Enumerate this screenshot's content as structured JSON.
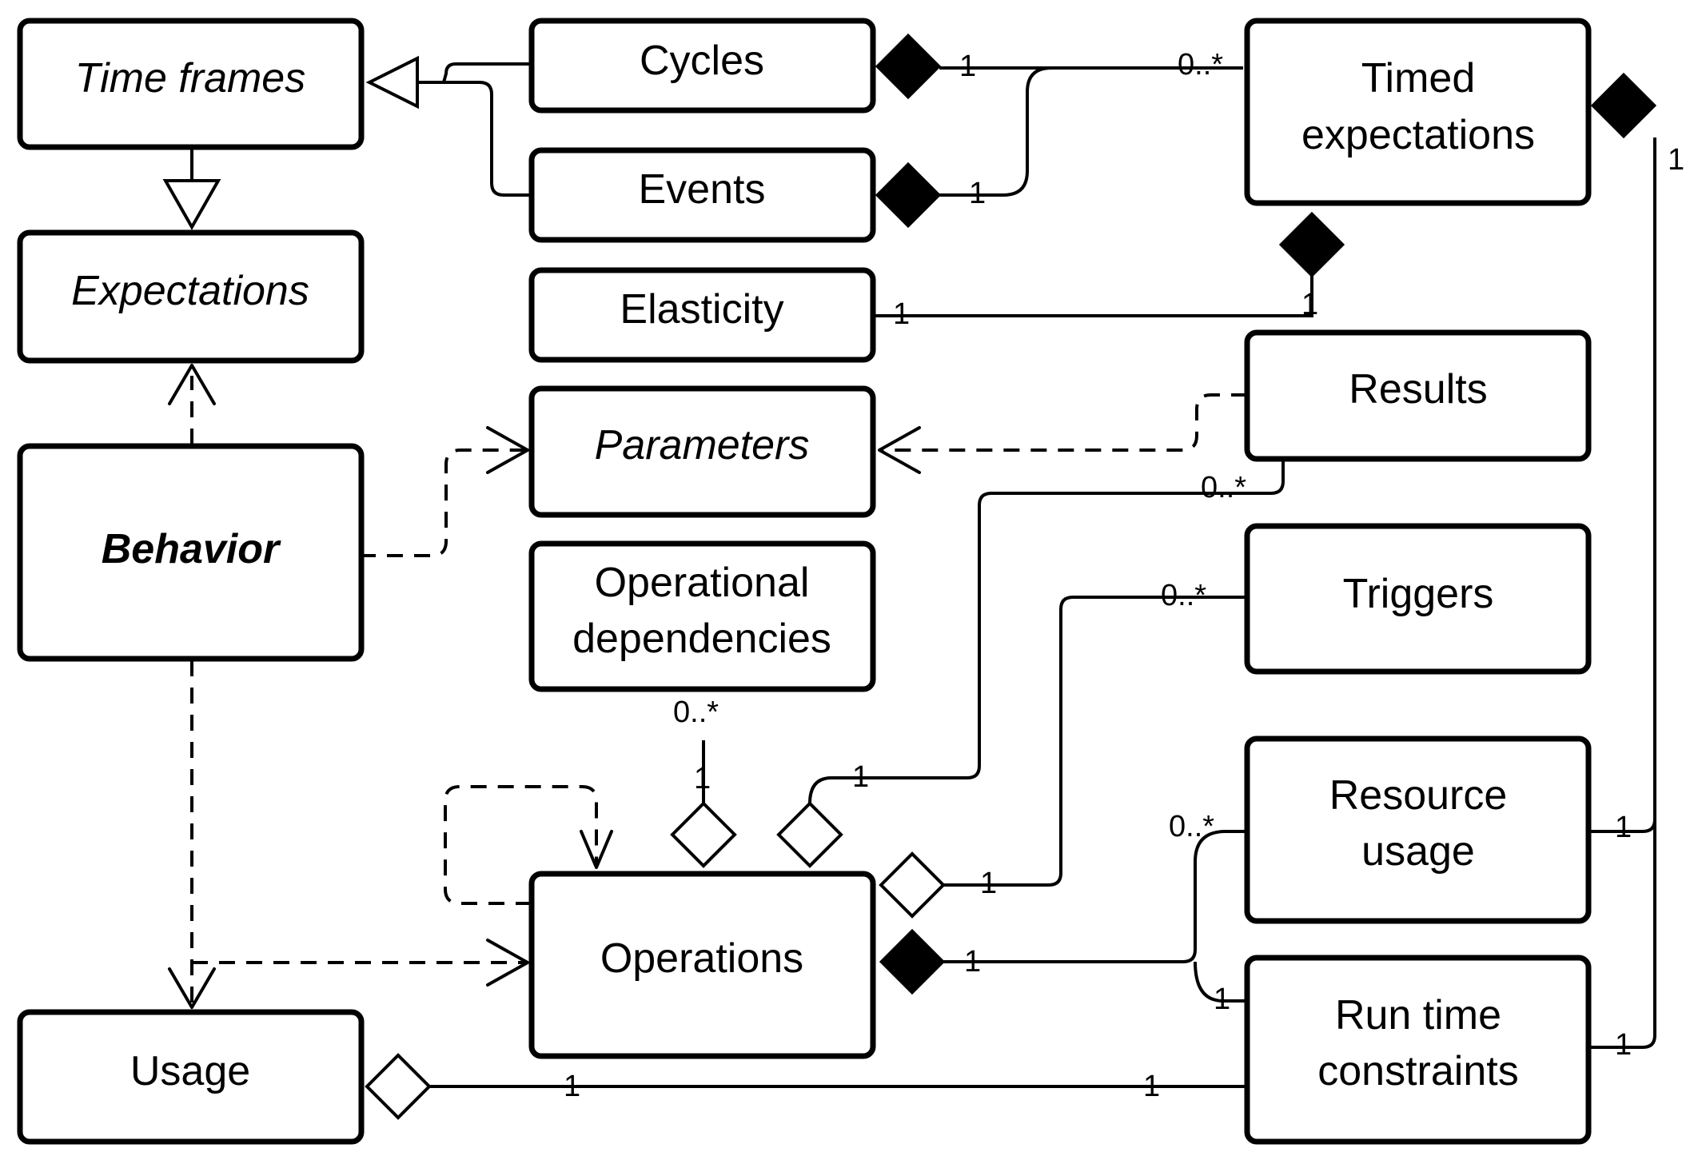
{
  "classes": {
    "time_frames": "Time frames",
    "expectations": "Expectations",
    "behavior": "Behavior",
    "usage": "Usage",
    "cycles": "Cycles",
    "events": "Events",
    "elasticity": "Elasticity",
    "parameters": "Parameters",
    "operational_dependencies": [
      "Operational",
      "dependencies"
    ],
    "operations": "Operations",
    "timed_expectations": [
      "Timed",
      "expectations"
    ],
    "results": "Results",
    "triggers": "Triggers",
    "resource_usage": [
      "Resource",
      "usage"
    ],
    "run_time_constraints": [
      "Run time",
      "constraints"
    ]
  },
  "multiplicities": {
    "cycles_timed": "1",
    "timed_from_cycles_events": "0..*",
    "events_timed": "1",
    "elasticity": "1",
    "timed_elasticity": "1",
    "timed_right": "1",
    "results_ops": "0..*",
    "opdep": "0..*",
    "ops_opdep": "1",
    "ops_results": "1",
    "triggers": "0..*",
    "ops_triggers": "1",
    "resource_ops": "0..*",
    "resource_timed": "1",
    "ops_constraints": "1",
    "runtime_ops": "1",
    "runtime_timed": "1",
    "usage_side": "1",
    "runtime_usage": "1"
  }
}
